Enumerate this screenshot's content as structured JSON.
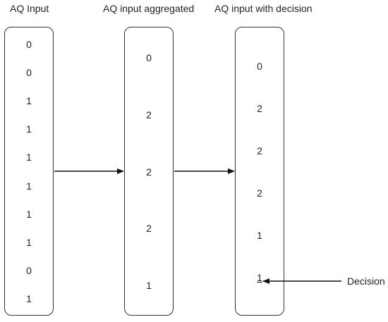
{
  "columns": [
    {
      "title": "AQ Input",
      "values": [
        "0",
        "0",
        "1",
        "1",
        "1",
        "1",
        "1",
        "1",
        "0",
        "1"
      ]
    },
    {
      "title": "AQ input aggregated",
      "values": [
        "0",
        "2",
        "2",
        "2",
        "1"
      ]
    },
    {
      "title": "AQ input with decision",
      "values": [
        "0",
        "2",
        "2",
        "2",
        "1",
        "1"
      ]
    }
  ],
  "decision": {
    "label": "Decision",
    "target_value": "1"
  },
  "colors": {
    "stroke": "#333333",
    "text": "#222222"
  }
}
